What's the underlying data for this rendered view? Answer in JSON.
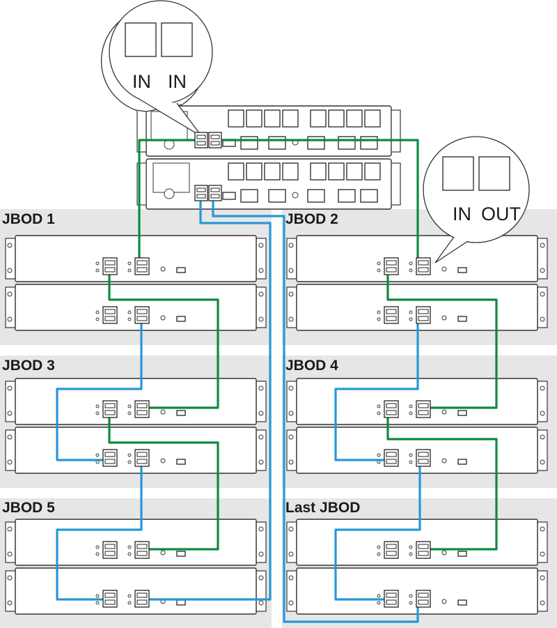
{
  "diagram": {
    "labels": {
      "jbod1": "JBOD 1",
      "jbod2": "JBOD 2",
      "jbod3": "JBOD 3",
      "jbod4": "JBOD 4",
      "jbod5": "JBOD 5",
      "last": "Last JBOD"
    },
    "callouts": {
      "controller": {
        "port_a": "IN",
        "port_b": "IN"
      },
      "jbod": {
        "port_a": "IN",
        "port_b": "OUT"
      }
    },
    "colors": {
      "green_cable": "#0d8a3e",
      "blue_cable": "#2796d8",
      "zone_background": "#e6e6e6"
    }
  }
}
